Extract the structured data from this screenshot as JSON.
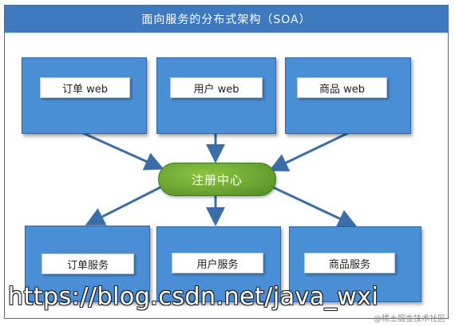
{
  "diagram": {
    "title": "面向服务的分布式架构（SOA）",
    "top_nodes": [
      "订单 web",
      "用户 web",
      "商品 web"
    ],
    "hub": "注册中心",
    "bottom_nodes": [
      "订单服务",
      "用户服务",
      "商品服务"
    ]
  },
  "watermark": {
    "url": "https://blog.csdn.net/java_wxi",
    "credit": "@稀土掘金技术社区"
  },
  "colors": {
    "title_bar": "#3f79bd",
    "node_fill": "#4a8fd6",
    "hub_fill": "#6aa333",
    "arrow": "#3b6ea8"
  }
}
